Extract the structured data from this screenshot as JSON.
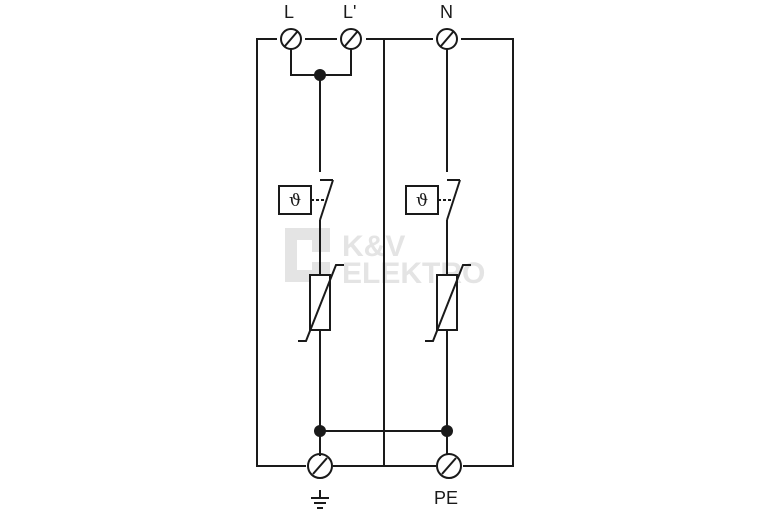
{
  "terminals": {
    "l": "L",
    "l_prime": "L'",
    "n": "N",
    "pe": "PE"
  },
  "thermal_symbol": "ϑ",
  "watermark": {
    "line1": "K&V",
    "line2": "ELEKTRO"
  },
  "colors": {
    "line": "#1a1a1a",
    "watermark": "#e4e4e4"
  }
}
